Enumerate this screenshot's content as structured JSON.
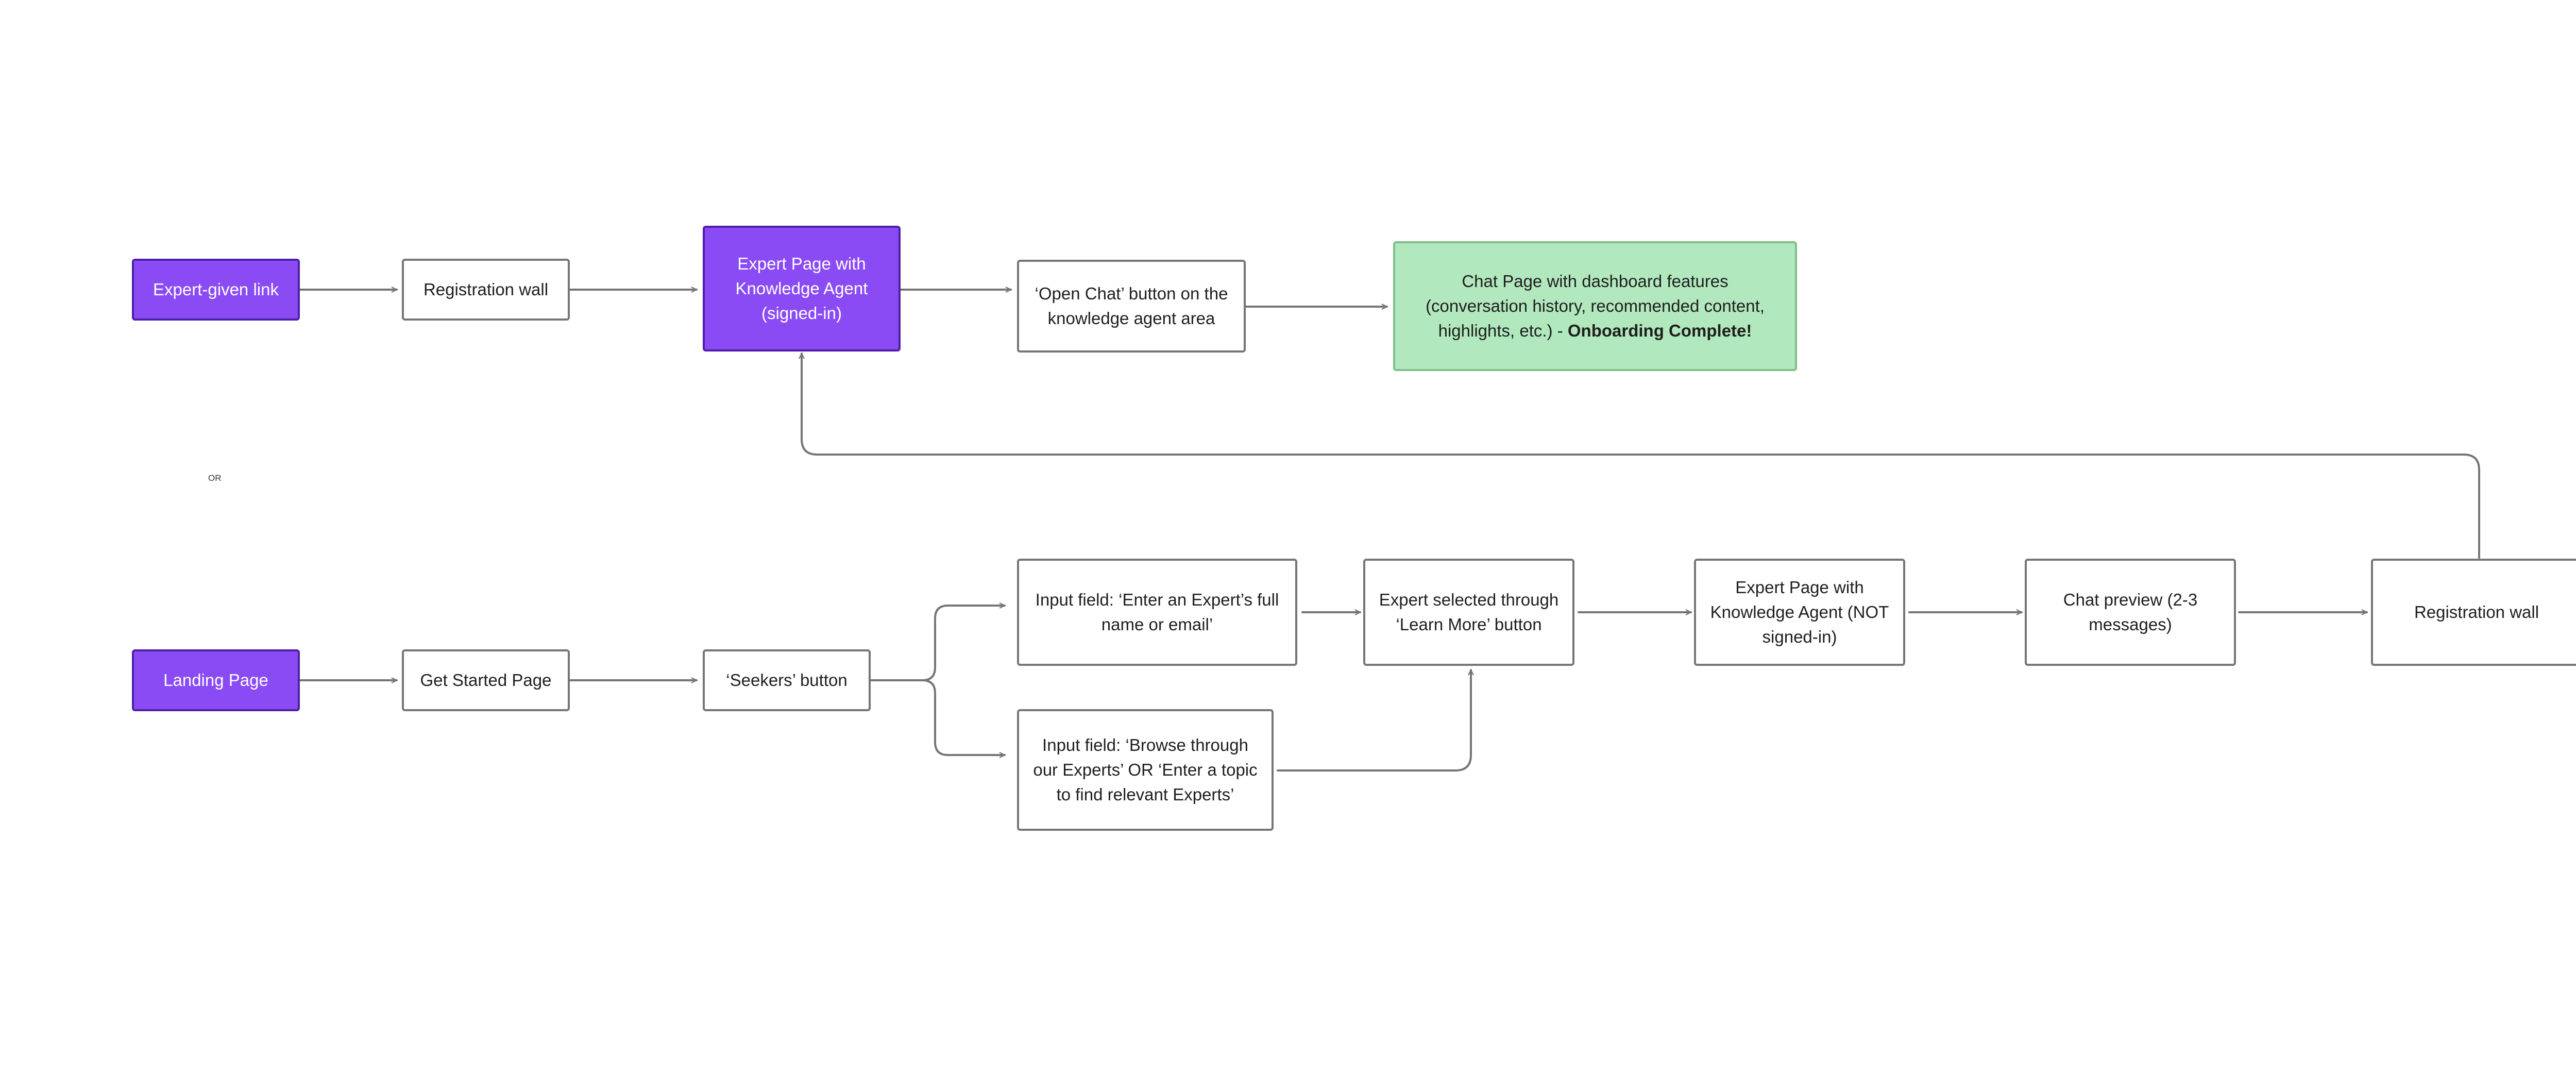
{
  "colors": {
    "connector": "#757575",
    "start_node_fill": "#8a4bf5",
    "start_node_border": "#4f1fa8",
    "complete_node_fill": "#b2e8bd",
    "node_border": "#757575"
  },
  "nodes": {
    "expert_given_link": "Expert-given link",
    "registration_wall_top": "Registration wall",
    "expert_page_signed_in": "Expert Page with Knowledge Agent (signed-in)",
    "open_chat_button": "‘Open Chat’ button on the knowledge agent area",
    "chat_page": {
      "text": "Chat Page with dashboard features (conversation history, recommended content, highlights, etc.) - ",
      "highlight": "Onboarding Complete!"
    },
    "or_label": "OR",
    "landing_page": "Landing Page",
    "get_started_page": "Get Started Page",
    "seekers_button": "‘Seekers’ button",
    "input_expert_name": "Input field: ‘Enter an Expert’s full name or email’",
    "input_browse": "Input field: ‘Browse through our Experts’ OR ‘Enter a topic to find relevant Experts’",
    "expert_selected": "Expert selected through ‘Learn More’ button",
    "expert_page_not_signed_in": "Expert Page with Knowledge Agent (NOT signed-in)",
    "chat_preview": "Chat preview (2-3 messages)",
    "registration_wall_bottom": "Registration wall"
  }
}
